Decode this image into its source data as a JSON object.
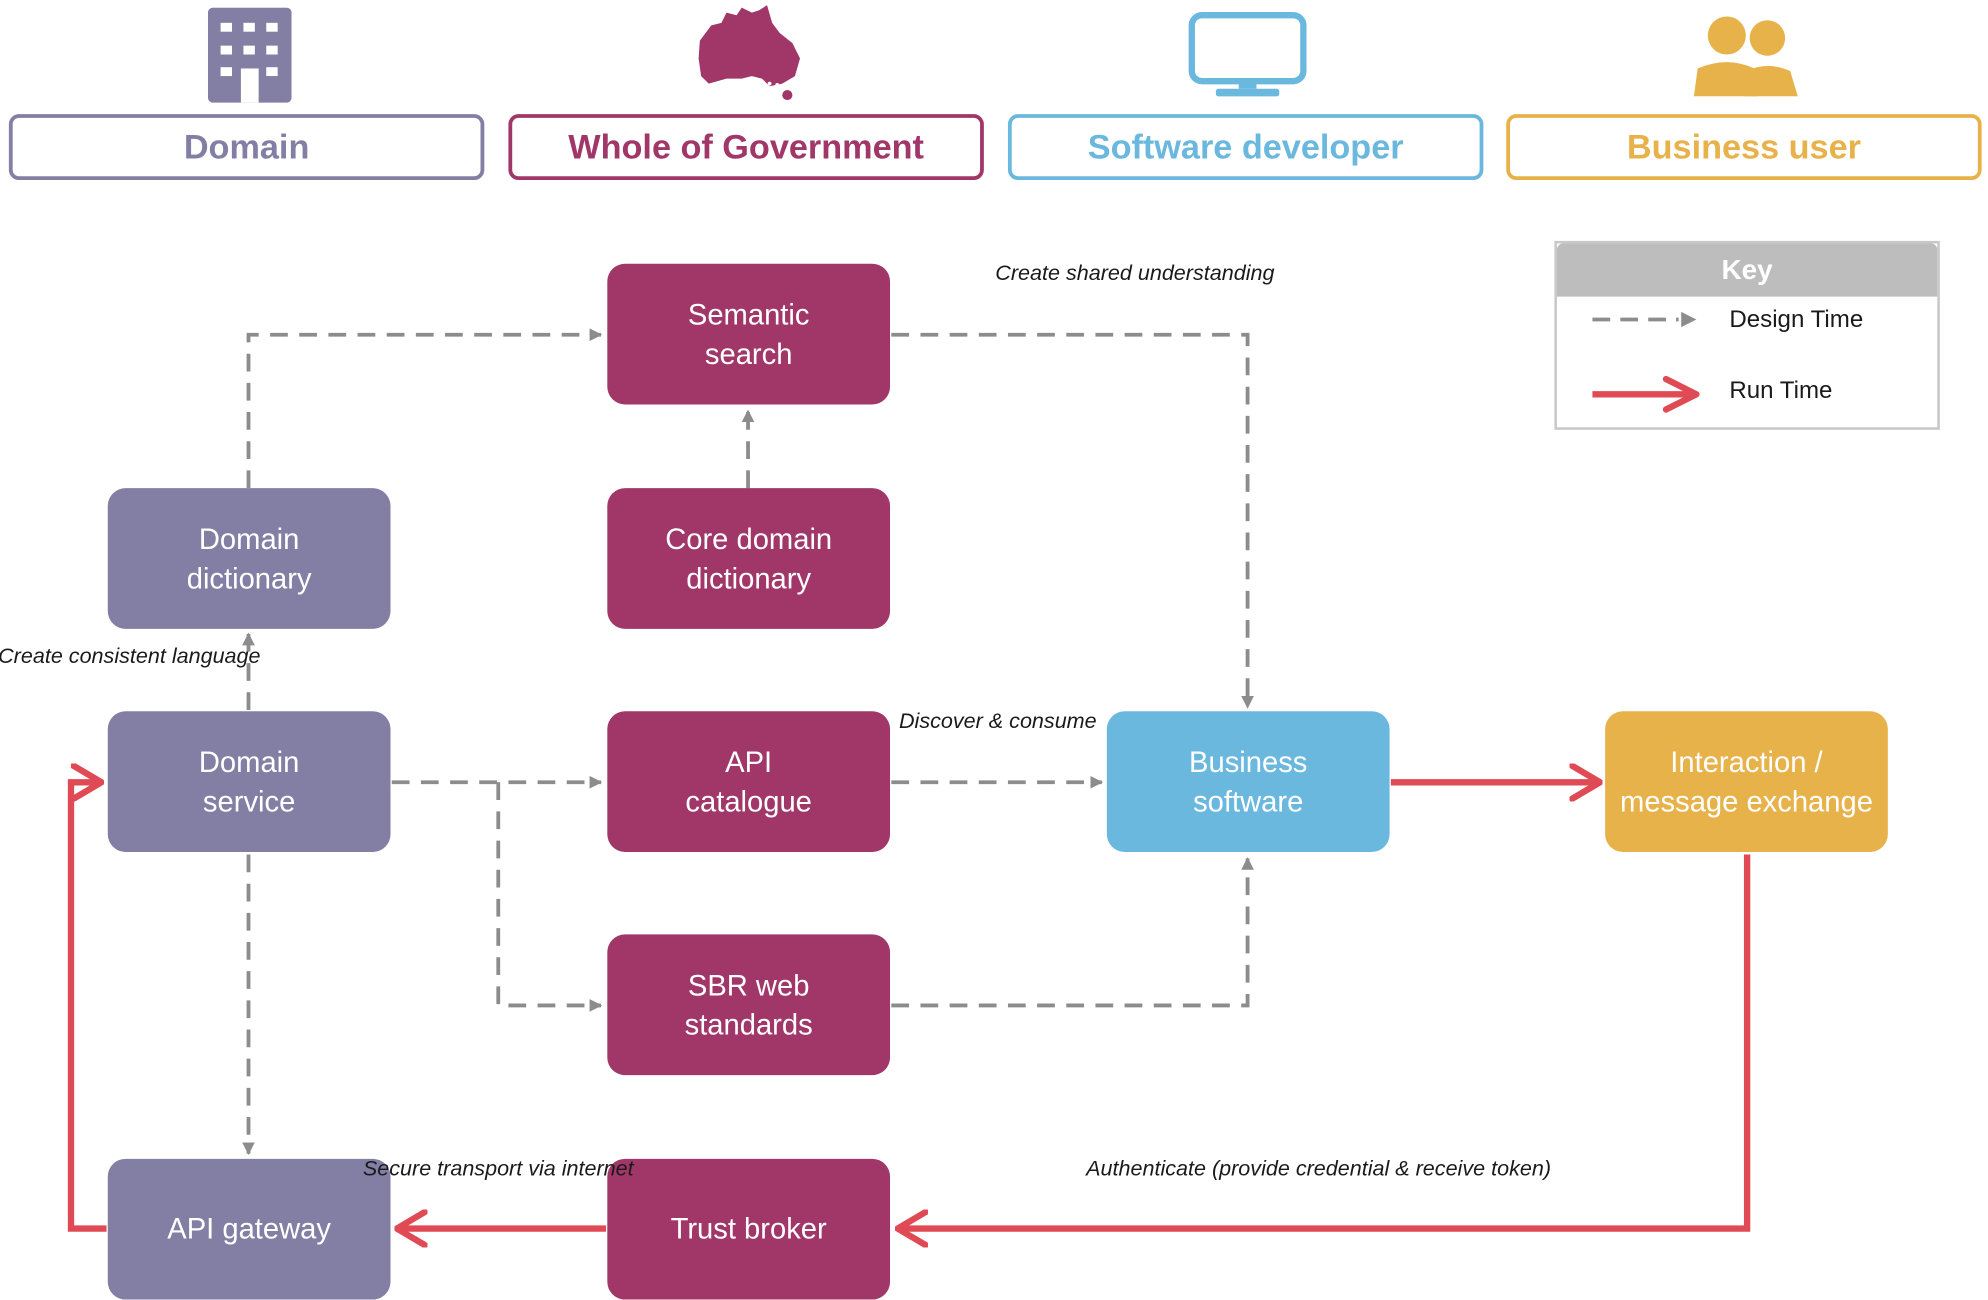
{
  "headers": [
    {
      "label": "Domain",
      "color": "#837ea3",
      "icon": "building-icon"
    },
    {
      "label": "Whole of Government",
      "color": "#a03768",
      "icon": "australia-map-icon"
    },
    {
      "label": "Software developer",
      "color": "#6bb8df",
      "icon": "monitor-icon"
    },
    {
      "label": "Business user",
      "color": "#e8b24b",
      "icon": "users-icon"
    }
  ],
  "nodes": {
    "semantic_search": "Semantic\nsearch",
    "domain_dictionary": "Domain\ndictionary",
    "core_domain_dictionary": "Core domain\ndictionary",
    "domain_service": "Domain\nservice",
    "api_catalogue": "API\ncatalogue",
    "business_software": "Business\nsoftware",
    "interaction": "Interaction /\nmessage exchange",
    "sbr_web_standards": "SBR web\nstandards",
    "api_gateway": "API gateway",
    "trust_broker": "Trust broker"
  },
  "labels": {
    "create_shared": "Create shared\nunderstanding",
    "create_consistent": "Create consistent\nlanguage",
    "discover": "Discover\n& consume",
    "secure_transport": "Secure transport\nvia internet",
    "authenticate": "Authenticate\n(provide credential & receive token)"
  },
  "key": {
    "title": "Key",
    "design_time": "Design Time",
    "run_time": "Run Time"
  },
  "colors": {
    "design_time_line": "#8c8c8c",
    "run_time_line": "#e04a55"
  }
}
